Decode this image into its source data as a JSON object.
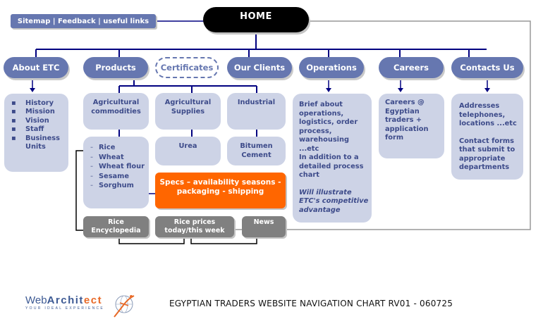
{
  "colors": {
    "primary_pill": "#6677b0",
    "light_box": "#cdd3e6",
    "box_text": "#3d4b8a",
    "home": "#000000",
    "highlight": "#ff6600",
    "secondary_box": "#808080",
    "connector": "#000080"
  },
  "top_links": {
    "label": "Sitemap | Feedback | useful links"
  },
  "home": {
    "label": "HOME"
  },
  "nav": {
    "about": "About ETC",
    "products": "Products",
    "certificates": "Certificates",
    "clients": "Our Clients",
    "operations": "Operations",
    "careers": "Careers",
    "contacts": "Contacts Us"
  },
  "about_box": {
    "bullet": "▪",
    "items": [
      "History",
      "Mission",
      "Vision",
      "Staff",
      "Business Units"
    ]
  },
  "product_categories": {
    "agri_commodities": "Agricultural commodities",
    "agri_supplies": "Agricultural Supplies",
    "industrial": "Industrial"
  },
  "commodities_box": {
    "dash": "-",
    "items": [
      "Rice",
      "Wheat",
      "Wheat flour",
      "Sesame",
      "Sorghum"
    ]
  },
  "supplies_box": {
    "text": "Urea"
  },
  "industrial_box": {
    "line1": "Bitumen",
    "line2": "Cement"
  },
  "specs_box": {
    "line1": "Specs – availability seasons -",
    "line2": "packaging - shipping"
  },
  "secondary": {
    "encyclopedia": {
      "line1": "Rice",
      "line2": "Encyclopedia"
    },
    "prices": {
      "line1": "Rice prices",
      "line2": "today/this week"
    },
    "news": {
      "line1": "News"
    }
  },
  "operations_box": {
    "lines": [
      "Brief about",
      "operations,",
      "logistics, order",
      "process,",
      "warehousing",
      "...etc",
      "In addition to a",
      "detailed process",
      "chart"
    ],
    "italic_lines": [
      "Will illustrate",
      "ETC's competitive",
      "advantage"
    ]
  },
  "careers_box": {
    "lines": [
      "Careers @",
      "Egyptian",
      "traders +",
      "application",
      "form"
    ]
  },
  "contacts_box": {
    "lines1": [
      "Addresses",
      "telephones,",
      "locations ...etc"
    ],
    "lines2": [
      "Contact forms",
      "that submit to",
      "appropriate",
      "departments"
    ]
  },
  "footer": {
    "logo_web": "Web",
    "logo_archit": "Archit",
    "logo_ect": "ect",
    "logo_tagline": "YOUR IDEAL EXPERIENCE",
    "title": "EGYPTIAN TRADERS WEBSITE NAVIGATION CHART RV01 - 060725"
  }
}
